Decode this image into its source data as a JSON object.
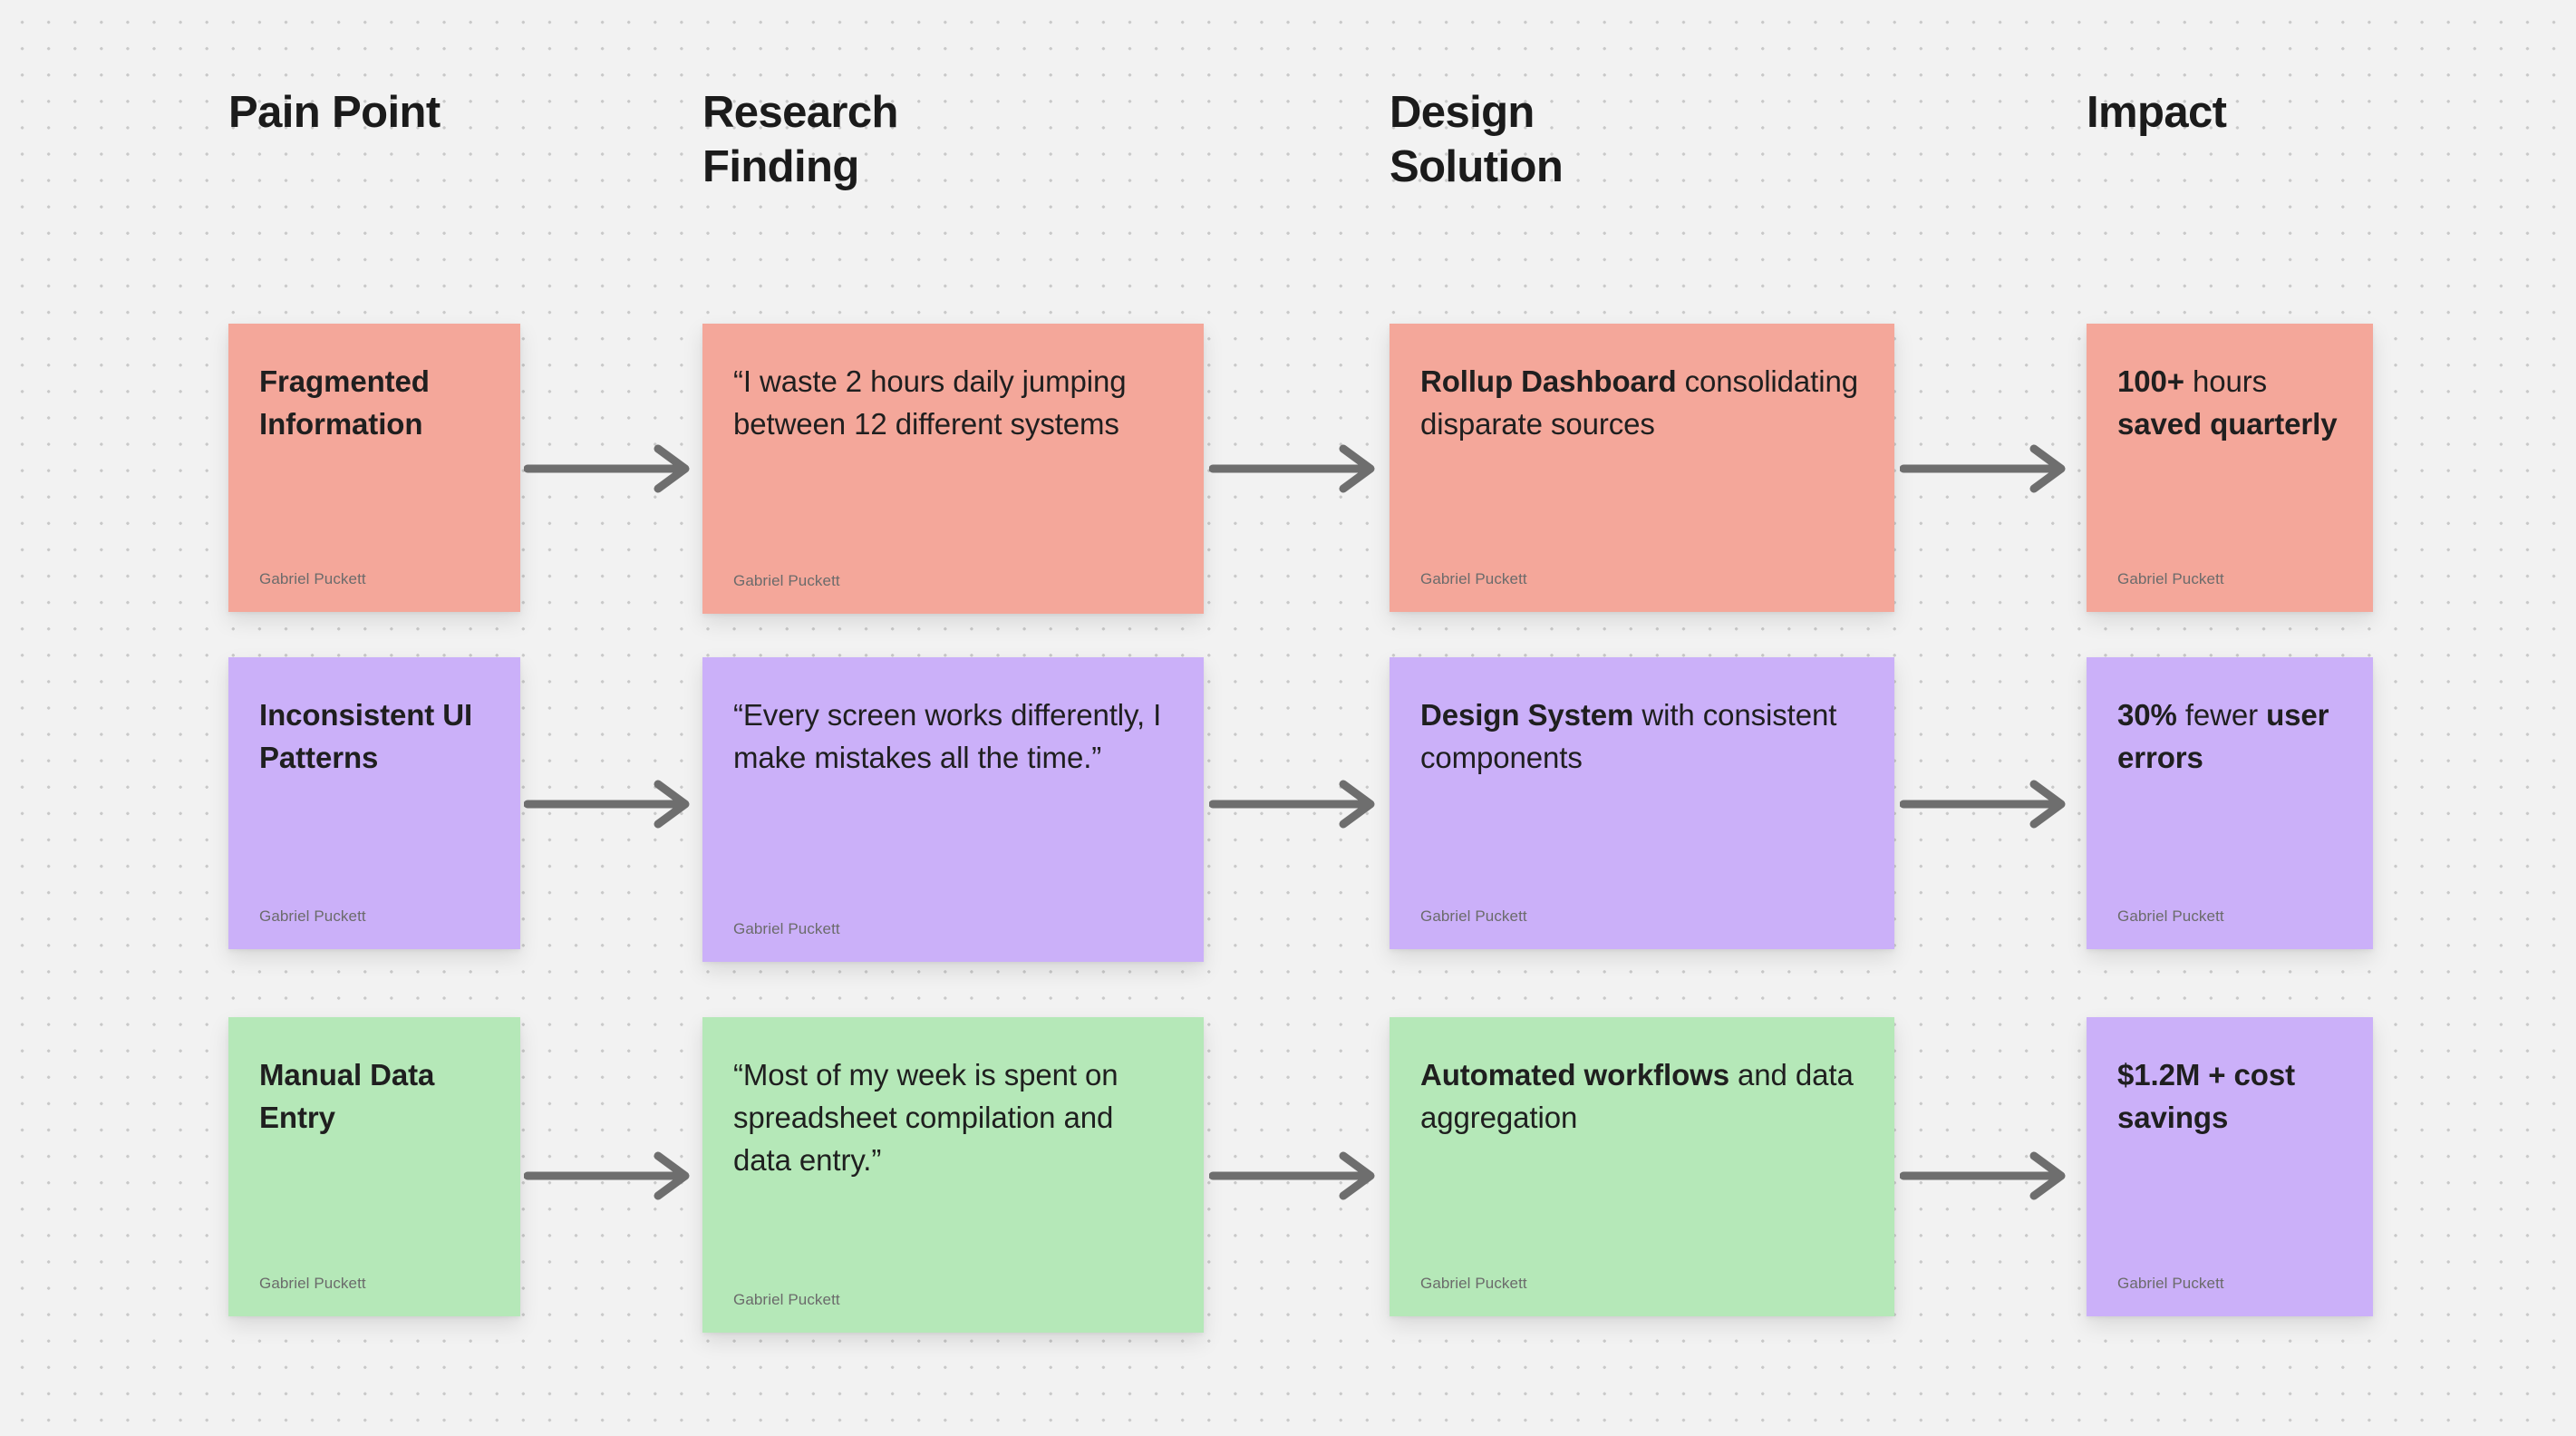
{
  "canvas": {
    "background_color": "#f2f2f2",
    "dot_color": "#c9c9c9"
  },
  "columns": [
    {
      "id": "pain-point",
      "label": "Pain Point"
    },
    {
      "id": "research-finding",
      "label": "Research\nFinding"
    },
    {
      "id": "design-solution",
      "label": "Design\nSolution"
    },
    {
      "id": "impact",
      "label": "Impact"
    }
  ],
  "colors": {
    "salmon": "#f4a79a",
    "purple": "#cbb0f9",
    "green": "#b5e8b8",
    "arrow": "#6e6e6e",
    "heading": "#1b1b1b",
    "body": "#1f1f1f",
    "author": "#6b6b6b"
  },
  "author": "Gabriel Puckett",
  "arrow_label": "arrow-right",
  "rows": [
    {
      "id": "row-1",
      "pain_point": {
        "text": "Fragmented Information",
        "color": "salmon",
        "weight": "bold"
      },
      "research_finding": {
        "text": "“I waste 2 hours daily jumping between 12 different systems",
        "color": "salmon",
        "weight": "regular"
      },
      "design_solution": {
        "bold_lead": "Rollup Dashboard",
        "rest": " consolidating disparate sources",
        "color": "salmon"
      },
      "impact": {
        "bold_lead": "100+",
        "rest": " hours ",
        "bold_tail": "saved quarterly",
        "color": "salmon"
      }
    },
    {
      "id": "row-2",
      "pain_point": {
        "text": "Inconsistent UI Patterns",
        "color": "purple",
        "weight": "bold"
      },
      "research_finding": {
        "text": "“Every screen works differently, I make mistakes all the time.”",
        "color": "purple",
        "weight": "regular"
      },
      "design_solution": {
        "bold_lead": "Design System",
        "rest": " with consistent components",
        "color": "purple"
      },
      "impact": {
        "bold_lead": "30%",
        "rest": " fewer ",
        "bold_tail": "user errors",
        "color": "purple"
      }
    },
    {
      "id": "row-3",
      "pain_point": {
        "text": "Manual Data Entry",
        "color": "green",
        "weight": "bold"
      },
      "research_finding": {
        "text": "“Most of my week is spent on spreadsheet compilation and data entry.”",
        "color": "green",
        "weight": "regular"
      },
      "design_solution": {
        "bold_lead": "Automated workflows",
        "rest": " and data aggregation",
        "color": "green"
      },
      "impact": {
        "bold_lead": "$1.2M + cost savings",
        "rest": "",
        "bold_tail": "",
        "color": "purple"
      }
    }
  ]
}
